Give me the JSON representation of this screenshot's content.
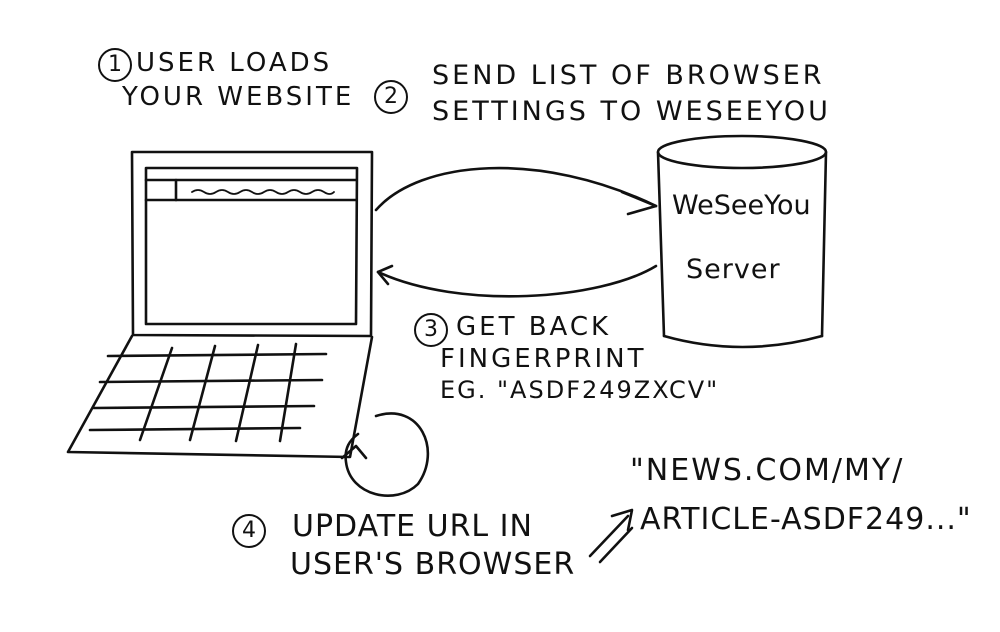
{
  "steps": {
    "step1": {
      "number": "1",
      "line1": "USER LOADS",
      "line2": "YOUR WEBSITE"
    },
    "step2": {
      "number": "2",
      "line1": "SEND LIST OF BROWSER",
      "line2": "SETTINGS TO WESEEYOU"
    },
    "step3": {
      "number": "3",
      "line1": "GET BACK",
      "line2": "FINGERPRINT",
      "line3": "EG. \"ASDF249ZXCV\""
    },
    "step4": {
      "number": "4",
      "line1": "UPDATE URL IN",
      "line2": "USER'S BROWSER"
    }
  },
  "server": {
    "line1": "WeSeeYou",
    "line2": "Server"
  },
  "url": {
    "line1": "\"NEWS.COM/MY/",
    "line2": "ARTICLE-ASDF249...\""
  }
}
